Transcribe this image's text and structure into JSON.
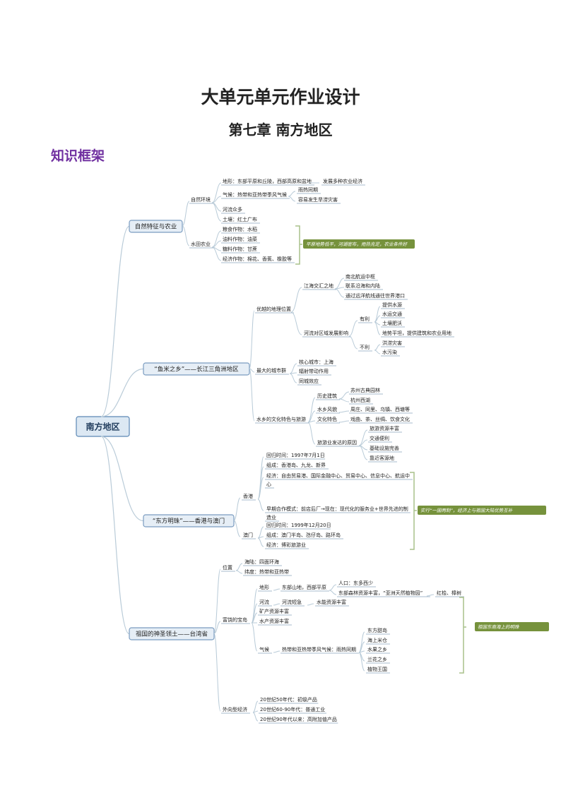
{
  "header": {
    "title": "大单元单元作业设计",
    "subtitle": "第七章 南方地区",
    "section": "知识框架"
  },
  "mindmap": {
    "root": "南方地区",
    "b1": {
      "label": "自然特征与农业",
      "env": "自然环境",
      "terrain": "地形：东部平原和丘陵，西部高原和盆地",
      "terrain_result": "发展多种农业经济",
      "climate": "气候：热带和亚热带季风气候",
      "climate_a": "雨热同期",
      "climate_b": "容易发生旱涝灾害",
      "rivers": "河流众多",
      "soil": "土壤：红土广布",
      "agri": "水田农业",
      "grain": "粮食作物：水稻",
      "oil": "油料作物：油菜",
      "sugar": "糖料作物：甘蔗",
      "cash": "经济作物：棉花、香蕉、橡胶等",
      "summary": "平原地势低平，河湖密布，雨热充足，农业条件好"
    },
    "b2": {
      "label": "“鱼米之乡”——长江三角洲地区",
      "loc": "优越的地理位置",
      "river_sea": "江海交汇之地",
      "rs1": "南北航运中枢",
      "rs2": "联系沿海和内陆",
      "rs3": "通过远洋航线通往世界港口",
      "influence": "河流对区域发展影响",
      "good": "有利",
      "g1": "提供水源",
      "g2": "水运交通",
      "g3": "土壤肥沃",
      "g4": "地势平坦，提供建筑和农业用地",
      "bad": "不利",
      "b1": "洪涝灾害",
      "b2": "水污染",
      "city": "最大的城市群",
      "c1": "核心城市：上海",
      "c2": "辐射带动作用",
      "c3": "同城效应",
      "culture": "水乡的文化特色与旅游",
      "arch": "历史建筑",
      "a1": "苏州古典园林",
      "a2": "杭州西湖",
      "scene": "水乡风貌",
      "scene_v": "周庄、同里、乌镇、西塘等",
      "cult": "文化特色",
      "cult_v": "戏曲、茶、丝绸、饮食文化",
      "tour": "旅游业发达的原因",
      "t1": "旅游资源丰富",
      "t2": "交通便利",
      "t3": "基础设施完善",
      "t4": "靠近客源地"
    },
    "b3": {
      "label": "“东方明珠”——香港与澳门",
      "hk": "香港",
      "hk1": "回归时间：1997年7月1日",
      "hk2": "组成：香港岛、九龙、新界",
      "hk3a": "经济：自由贸易港、国际金融中心、贸易中心、信息中心、航运中",
      "hk3b": "心",
      "hk4a": "早期合作模式：前店后厂→现在：现代化的服务业+世界先进的制",
      "hk4b": "造业",
      "mo": "澳门",
      "mo1": "回归时间：1999年12月20日",
      "mo2": "组成：澳门半岛、氹仔岛、路环岛",
      "mo3": "经济：博彩旅游业",
      "summary": "实行“一国两制”，经济上与祖国大陆优势互补"
    },
    "b4": {
      "label": "祖国的神圣领土——台湾省",
      "pos": "位置",
      "p1": "海陆：四面环海",
      "p2": "纬度：热带和亚热带",
      "rich": "富饶的宝岛",
      "terrain": "地形",
      "terrain_v": "东部山地，西部平原",
      "pop": "人口：东多西少",
      "forest": "东部森林资源丰富，“亚洲天然植物园”",
      "trees": "红桧、樟树",
      "river": "河流",
      "river_v": "河流短急",
      "river_r": "水能资源丰富",
      "mineral": "矿产资源丰富",
      "aqua": "水产资源丰富",
      "climate": "气候",
      "climate_v": "热带和亚热带季风气候：雨热同期",
      "k1": "东方甜岛",
      "k2": "海上米仓",
      "k3": "水果之乡",
      "k4": "兰花之乡",
      "k5": "植物王国",
      "summary": "祖国东南海上的明珠",
      "export": "外向型经济",
      "e1": "20世纪50年代：初级产品",
      "e2": "20世纪60-90年代：普通工业",
      "e3": "20世纪90年代以来：高附加值产品"
    }
  },
  "colors": {
    "line": "#b9cbd8",
    "root_fill": "#dce8f3",
    "root_stroke": "#5b87b5",
    "branch_fill": "#e6eef6",
    "branch_stroke": "#7a9cc0",
    "leaf_line": "#8aa5bd",
    "summary_fill": "#76923c",
    "bracket": "#a9c08a"
  }
}
